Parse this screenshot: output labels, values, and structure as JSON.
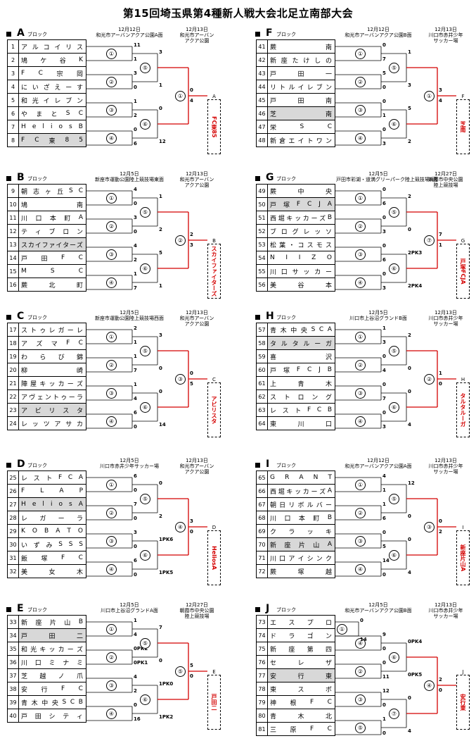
{
  "title": "第15回埼玉県第4種新人戦大会北足立南部大会",
  "blocks": [
    {
      "letter": "A",
      "sub": "ブロック",
      "venue1": {
        "date": "12月12日",
        "place": "和光市アーバンアクア公園A面"
      },
      "venue2": {
        "date": "12月13日",
        "place": "和光市アーバン\nアクア公園"
      },
      "teams": [
        {
          "no": "1",
          "name": "アルコイリス",
          "hl": false
        },
        {
          "no": "2",
          "name": "鳩ケ谷K",
          "hl": false
        },
        {
          "no": "3",
          "name": "FC宗岡",
          "hl": false
        },
        {
          "no": "4",
          "name": "にいざえーす",
          "hl": false
        },
        {
          "no": "5",
          "name": "和光イレブン",
          "hl": false
        },
        {
          "no": "6",
          "name": "やまとSC",
          "hl": false
        },
        {
          "no": "7",
          "name": "HeliosB",
          "hl": false
        },
        {
          "no": "8",
          "name": "FC東85",
          "hl": true
        }
      ],
      "r1": [
        {
          "m": "①",
          "s": [
            "11",
            "1"
          ]
        },
        {
          "m": "②",
          "s": [
            "3",
            "0"
          ]
        },
        {
          "m": "③",
          "s": [
            "1",
            "2"
          ]
        },
        {
          "m": "④",
          "s": [
            "0",
            "6"
          ]
        }
      ],
      "r2": [
        {
          "m": "⑤",
          "s": [
            "3",
            "1"
          ]
        },
        {
          "m": "⑥",
          "s": [
            "0",
            "12"
          ]
        }
      ],
      "r3": {
        "m": "①",
        "s": [
          "0",
          "4"
        ]
      },
      "final_label": "A",
      "winner": "FC東85"
    },
    {
      "letter": "B",
      "sub": "ブロック",
      "venue1": {
        "date": "12月5日",
        "place": "新座市運動公園陸上競技場東面"
      },
      "venue2": {
        "date": "12月13日",
        "place": "和光市アーバン\nアクア公園"
      },
      "teams": [
        {
          "no": "9",
          "name": "朝志ヶ丘SC",
          "hl": false
        },
        {
          "no": "10",
          "name": "鳩南",
          "hl": false
        },
        {
          "no": "11",
          "name": "川口本町A",
          "hl": false
        },
        {
          "no": "12",
          "name": "ティブロン",
          "hl": false
        },
        {
          "no": "13",
          "name": "スカイファイターズ",
          "hl": true
        },
        {
          "no": "14",
          "name": "戸田FC",
          "hl": false
        },
        {
          "no": "15",
          "name": "MSC",
          "hl": false
        },
        {
          "no": "16",
          "name": "蕨北町",
          "hl": false
        }
      ],
      "r1": [
        {
          "m": "①",
          "s": [
            "4",
            "0"
          ]
        },
        {
          "m": "②",
          "s": [
            "3",
            "0"
          ]
        },
        {
          "m": "③",
          "s": [
            "4",
            "2"
          ]
        },
        {
          "m": "④",
          "s": [
            "1",
            "7"
          ]
        }
      ],
      "r2": [
        {
          "m": "⑤",
          "s": [
            "1",
            "2"
          ]
        },
        {
          "m": "⑥",
          "s": [
            "5",
            "1"
          ]
        }
      ],
      "r3": {
        "m": "②",
        "s": [
          "2",
          "3"
        ]
      },
      "final_label": "B",
      "winner": "スカイファイターズ"
    },
    {
      "letter": "C",
      "sub": "ブロック",
      "venue1": {
        "date": "12月5日",
        "place": "新座市運動公園陸上競技場西面"
      },
      "venue2": {
        "date": "12月13日",
        "place": "和光市アーバン\nアクア公園"
      },
      "teams": [
        {
          "no": "17",
          "name": "ストゥレガーレ",
          "hl": false
        },
        {
          "no": "18",
          "name": "アズマFC",
          "hl": false
        },
        {
          "no": "19",
          "name": "わらび錦",
          "hl": false
        },
        {
          "no": "20",
          "name": "柳崎",
          "hl": false
        },
        {
          "no": "21",
          "name": "陣屋キッカーズ",
          "hl": false
        },
        {
          "no": "22",
          "name": "アヴェントゥーラ",
          "hl": false
        },
        {
          "no": "23",
          "name": "アビリスタ",
          "hl": true
        },
        {
          "no": "24",
          "name": "レッツアサカ",
          "hl": false
        }
      ],
      "r1": [
        {
          "m": "①",
          "s": [
            "2",
            "1"
          ]
        },
        {
          "m": "②",
          "s": [
            "1",
            "7"
          ]
        },
        {
          "m": "③",
          "s": [
            "1",
            "4"
          ]
        },
        {
          "m": "④",
          "s": [
            "6",
            "0"
          ]
        }
      ],
      "r2": [
        {
          "m": "⑤",
          "s": [
            "3",
            "0"
          ]
        },
        {
          "m": "⑥",
          "s": [
            "0",
            "14"
          ]
        }
      ],
      "r3": {
        "m": "③",
        "s": [
          "0",
          "5"
        ]
      },
      "final_label": "C",
      "winner": "アビリスタ"
    },
    {
      "letter": "D",
      "sub": "ブロック",
      "venue1": {
        "date": "12月5日",
        "place": "川口市赤井少年サッカー場"
      },
      "venue2": {
        "date": "12月13日",
        "place": "和光市アーバン\nアクア公園"
      },
      "teams": [
        {
          "no": "25",
          "name": "レストFCA",
          "hl": false
        },
        {
          "no": "26",
          "name": "FLAP",
          "hl": false
        },
        {
          "no": "27",
          "name": "HeliosA",
          "hl": true
        },
        {
          "no": "28",
          "name": "レガーラ",
          "hl": false
        },
        {
          "no": "29",
          "name": "KOBATO",
          "hl": false
        },
        {
          "no": "30",
          "name": "いずみSSS",
          "hl": false
        },
        {
          "no": "31",
          "name": "飯塚FC",
          "hl": false
        },
        {
          "no": "32",
          "name": "美女木",
          "hl": false
        }
      ],
      "r1": [
        {
          "m": "①",
          "s": [
            "6",
            "0"
          ]
        },
        {
          "m": "②",
          "s": [
            "7",
            "0"
          ]
        },
        {
          "m": "③",
          "s": [
            "3",
            "0"
          ]
        },
        {
          "m": "④",
          "s": [
            "6",
            "0"
          ]
        }
      ],
      "r2": [
        {
          "m": "⑤",
          "s": [
            "0",
            "2"
          ]
        },
        {
          "m": "⑥",
          "s": [
            "1PK6",
            "1PK5"
          ]
        }
      ],
      "r3": {
        "m": "④",
        "s": [
          "3",
          "0"
        ]
      },
      "final_label": "D",
      "winner": "HeliosA"
    },
    {
      "letter": "E",
      "sub": "ブロック",
      "venue1": {
        "date": "12月5日",
        "place": "川口市上谷沼グランドA面"
      },
      "venue2": {
        "date": "12月27日",
        "place": "朝霞市中央公園\n陸上競技場"
      },
      "teams": [
        {
          "no": "33",
          "name": "新座片山B",
          "hl": false
        },
        {
          "no": "34",
          "name": "戸田二",
          "hl": true
        },
        {
          "no": "35",
          "name": "和光キッカーズ",
          "hl": false
        },
        {
          "no": "36",
          "name": "川口ミナミ",
          "hl": false
        },
        {
          "no": "37",
          "name": "芝越ノ爪",
          "hl": false
        },
        {
          "no": "38",
          "name": "安行FC",
          "hl": false
        },
        {
          "no": "39",
          "name": "青木中央SCB",
          "hl": false
        },
        {
          "no": "40",
          "name": "戸田シティ",
          "hl": false
        }
      ],
      "r1": [
        {
          "m": "①",
          "s": [
            "1",
            "4"
          ]
        },
        {
          "m": "②",
          "s": [
            "0PK2",
            "0PK1"
          ]
        },
        {
          "m": "③",
          "s": [
            "4",
            "2"
          ]
        },
        {
          "m": "④",
          "s": [
            "0",
            "16"
          ]
        }
      ],
      "r2": [
        {
          "m": "⑤",
          "s": [
            "7",
            "0"
          ]
        },
        {
          "m": "⑥",
          "s": [
            "1PK0",
            "1PK2"
          ]
        }
      ],
      "r3": {
        "m": "⑤",
        "s": [
          "5",
          "0"
        ]
      },
      "final_label": "E",
      "winner": "戸田二"
    },
    {
      "letter": "F",
      "sub": "ブロック",
      "venue1": {
        "date": "12月12日",
        "place": "和光市アーバンアクア公園B面"
      },
      "venue2": {
        "date": "12月13日",
        "place": "川口市赤井少年\nサッカー場"
      },
      "teams": [
        {
          "no": "41",
          "name": "蕨南",
          "hl": false
        },
        {
          "no": "42",
          "name": "新座たけしの",
          "hl": false
        },
        {
          "no": "43",
          "name": "戸田一",
          "hl": false
        },
        {
          "no": "44",
          "name": "リトルイレブン",
          "hl": false
        },
        {
          "no": "45",
          "name": "戸田南",
          "hl": false
        },
        {
          "no": "46",
          "name": "芝南",
          "hl": true
        },
        {
          "no": "47",
          "name": "栄SC",
          "hl": false
        },
        {
          "no": "48",
          "name": "新倉エイトワン",
          "hl": false
        }
      ],
      "r1": [
        {
          "m": "①",
          "s": [
            "0",
            "7"
          ]
        },
        {
          "m": "②",
          "s": [
            "5",
            "0"
          ]
        },
        {
          "m": "③",
          "s": [
            "0",
            "1"
          ]
        },
        {
          "m": "④",
          "s": [
            "0",
            "3"
          ]
        }
      ],
      "r2": [
        {
          "m": "⑤",
          "s": [
            "1",
            "3"
          ]
        },
        {
          "m": "⑥",
          "s": [
            "5",
            "2"
          ]
        }
      ],
      "r3": {
        "m": "①",
        "s": [
          "3",
          "4"
        ]
      },
      "final_label": "F",
      "winner": "芝南"
    },
    {
      "letter": "G",
      "sub": "ブロック",
      "venue1": {
        "date": "12月5日",
        "place": "戸田市彩湖・道満グリーパーク陸上競技場A面"
      },
      "venue2": {
        "date": "12月27日",
        "place": "朝霞市中央公園\n陸上競技場"
      },
      "teams": [
        {
          "no": "49",
          "name": "蕨中央",
          "hl": false
        },
        {
          "no": "50",
          "name": "戸塚FCJA",
          "hl": true
        },
        {
          "no": "51",
          "name": "西堀キッカーズB",
          "hl": false
        },
        {
          "no": "52",
          "name": "ブログレッソ",
          "hl": false
        },
        {
          "no": "53",
          "name": "松葉・コスモス",
          "hl": false
        },
        {
          "no": "54",
          "name": "NIIZO",
          "hl": false
        },
        {
          "no": "55",
          "name": "川口サッカー",
          "hl": false
        },
        {
          "no": "56",
          "name": "美谷本",
          "hl": false
        }
      ],
      "r1": [
        {
          "m": "①",
          "s": [
            "0",
            "6"
          ]
        },
        {
          "m": "②",
          "s": [
            "0",
            "3"
          ]
        },
        {
          "m": "③",
          "s": [
            "0",
            "6"
          ]
        },
        {
          "m": "④",
          "s": [
            "0",
            "3"
          ]
        }
      ],
      "r2": [
        {
          "m": "⑤",
          "s": [
            "2",
            "0"
          ]
        },
        {
          "m": "⑥",
          "s": [
            "2PK3",
            "2PK4"
          ]
        }
      ],
      "r3": {
        "m": "⑦",
        "s": [
          "7",
          "1"
        ]
      },
      "final_label": "G",
      "winner": "戸塚FCJA"
    },
    {
      "letter": "H",
      "sub": "ブロック",
      "venue1": {
        "date": "12月5日",
        "place": "川口市上谷沼グランドB面"
      },
      "venue2": {
        "date": "12月13日",
        "place": "川口市赤井少年\nサッカー場"
      },
      "teams": [
        {
          "no": "57",
          "name": "青木中央SCA",
          "hl": false
        },
        {
          "no": "58",
          "name": "タルタルーガ",
          "hl": true
        },
        {
          "no": "59",
          "name": "喜沢",
          "hl": false
        },
        {
          "no": "60",
          "name": "戸塚FCJB",
          "hl": false
        },
        {
          "no": "61",
          "name": "上青木",
          "hl": false
        },
        {
          "no": "62",
          "name": "ストロング",
          "hl": false
        },
        {
          "no": "63",
          "name": "レストFCB",
          "hl": false
        },
        {
          "no": "64",
          "name": "東川口",
          "hl": false
        }
      ],
      "r1": [
        {
          "m": "①",
          "s": [
            "1",
            "3"
          ]
        },
        {
          "m": "②",
          "s": [
            "0",
            "4"
          ]
        },
        {
          "m": "③",
          "s": [
            "0",
            "7"
          ]
        },
        {
          "m": "④",
          "s": [
            "0",
            "3"
          ]
        }
      ],
      "r2": [
        {
          "m": "⑤",
          "s": [
            "2",
            "0"
          ]
        },
        {
          "m": "⑥",
          "s": [
            "0",
            "4"
          ]
        }
      ],
      "r3": {
        "m": "②",
        "s": [
          "1",
          "0"
        ]
      },
      "final_label": "H",
      "winner": "タルタルーガ"
    },
    {
      "letter": "I",
      "sub": "ブロック",
      "venue1": {
        "date": "12月12日",
        "place": "和光市アーバンアクア公園A面"
      },
      "venue2": {
        "date": "12月13日",
        "place": "川口市赤井少年\nサッカー場"
      },
      "teams": [
        {
          "no": "65",
          "name": "GRANT",
          "hl": false
        },
        {
          "no": "66",
          "name": "西堀キッカーズA",
          "hl": false
        },
        {
          "no": "67",
          "name": "朝日リボルバー",
          "hl": false
        },
        {
          "no": "68",
          "name": "川口本町B",
          "hl": false
        },
        {
          "no": "69",
          "name": "クラッキ",
          "hl": false
        },
        {
          "no": "70",
          "name": "新座片山A",
          "hl": true
        },
        {
          "no": "71",
          "name": "川口アイシンク",
          "hl": false
        },
        {
          "no": "72",
          "name": "蕨塚越",
          "hl": false
        }
      ],
      "r1": [
        {
          "m": "①",
          "s": [
            "4",
            "1"
          ]
        },
        {
          "m": "②",
          "s": [
            "1",
            "6"
          ]
        },
        {
          "m": "③",
          "s": [
            "0",
            "5"
          ]
        },
        {
          "m": "④",
          "s": [
            "14",
            "0"
          ]
        }
      ],
      "r2": [
        {
          "m": "⑤",
          "s": [
            "12",
            "0"
          ]
        },
        {
          "m": "⑥",
          "s": [
            "0",
            "4"
          ]
        }
      ],
      "r3": {
        "m": "③",
        "s": [
          "0",
          "2"
        ]
      },
      "final_label": "I",
      "winner": "新座片山A"
    },
    {
      "letter": "J",
      "sub": "ブロック",
      "venue1": {
        "date": "12月5日",
        "place": "和光市アーバンアクア公園B面"
      },
      "venue2": {
        "date": "12月13日",
        "place": "川口市赤井少年\nサッカー場"
      },
      "teams": [
        {
          "no": "73",
          "name": "エスプロ",
          "hl": false
        },
        {
          "no": "74",
          "name": "ドラゴン",
          "hl": false
        },
        {
          "no": "75",
          "name": "新座第四",
          "hl": false
        },
        {
          "no": "76",
          "name": "セレザ",
          "hl": false
        },
        {
          "no": "77",
          "name": "安行東",
          "hl": true
        },
        {
          "no": "78",
          "name": "東スポ",
          "hl": false
        },
        {
          "no": "79",
          "name": "神根FC",
          "hl": false
        },
        {
          "no": "80",
          "name": "青木北",
          "hl": false
        },
        {
          "no": "81",
          "name": "三原FC",
          "hl": false
        }
      ],
      "r1_pre": {
        "m": "①",
        "s": [
          "0",
          "14"
        ]
      },
      "r1": [
        {
          "m": "④",
          "s": [
            "9",
            "0"
          ]
        },
        {
          "m": "②",
          "s": [
            "0",
            "11"
          ]
        },
        {
          "m": "③",
          "s": [
            "12",
            "0"
          ]
        },
        {
          "m": "⑤",
          "s": [
            "1",
            "0"
          ]
        }
      ],
      "r2": [
        {
          "m": "⑥",
          "s": [
            "0PK4",
            "0PK5"
          ]
        },
        {
          "m": "⑦",
          "s": [
            "0",
            "4"
          ]
        }
      ],
      "r3": {
        "m": "④",
        "s": [
          "2",
          "0"
        ]
      },
      "final_label": "J",
      "winner": "安行東"
    }
  ]
}
